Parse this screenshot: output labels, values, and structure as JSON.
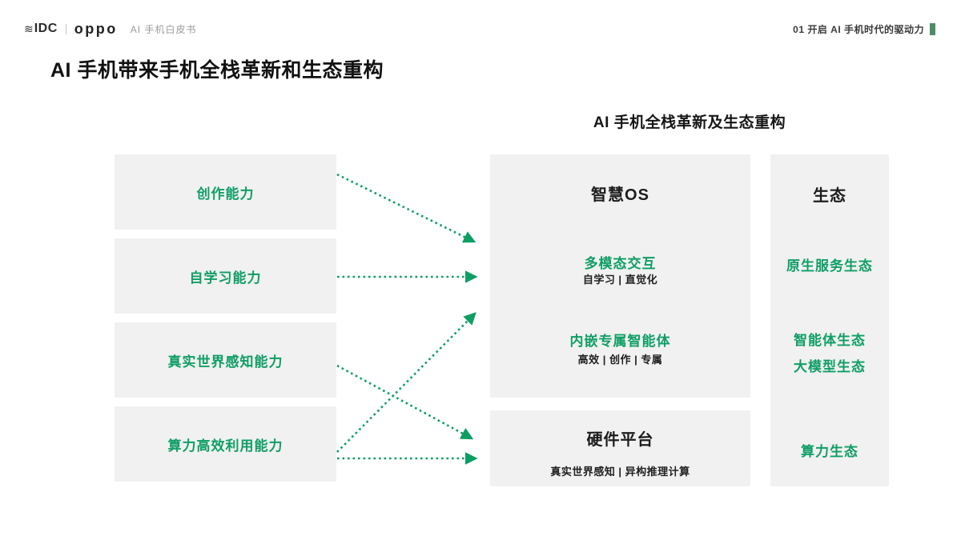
{
  "header": {
    "idc_icon": "≋",
    "idc_label": "IDC",
    "oppo_label": "oppo",
    "product": "AI 手机白皮书",
    "chapter": "01 开启 AI 手机时代的驱动力"
  },
  "page_title": "AI 手机带来手机全栈革新和生态重构",
  "diagram": {
    "title": "AI 手机全栈革新及生态重构",
    "capabilities": [
      {
        "label": "创作能力"
      },
      {
        "label": "自学习能力"
      },
      {
        "label": "真实世界感知能力"
      },
      {
        "label": "算力高效利用能力"
      }
    ],
    "os": {
      "title": "智慧OS",
      "items": [
        {
          "title": "多模态交互",
          "subtitle": "自学习 | 直觉化"
        },
        {
          "title": "内嵌专属智能体",
          "subtitle": "高效 | 创作 | 专属"
        }
      ]
    },
    "hardware": {
      "title": "硬件平台",
      "subtitle": "真实世界感知 | 异构推理计算"
    },
    "ecosystem": {
      "title": "生态",
      "items": [
        {
          "label": "原生服务生态"
        },
        {
          "label": "智能体生态"
        },
        {
          "label": "大模型生态"
        },
        {
          "label": "算力生态"
        }
      ]
    }
  },
  "colors": {
    "text_green": "#0f9e66",
    "arrow_green": "#0c9e62",
    "box_bg": "#f1f1f1",
    "chapter_bar_green": "#4c8c68"
  }
}
